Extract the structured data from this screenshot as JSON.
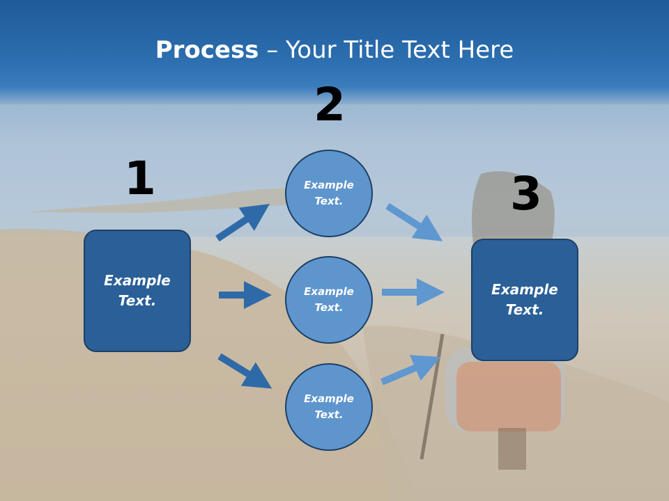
{
  "slide": {
    "title_bold": "Process",
    "title_rest": " – Your Title Text Here",
    "step_numbers": [
      "1",
      "2",
      "3"
    ],
    "left_box": "Example\nText.",
    "circles": [
      "Example\nText.",
      "Example\nText.",
      "Example\nText."
    ],
    "right_box": "Example\nText."
  },
  "colors": {
    "box_fill": "#2a5f98",
    "circle_fill": "#5e95cd",
    "arrow_dark": "#2f6aa8",
    "arrow_light": "#5f97d0"
  }
}
